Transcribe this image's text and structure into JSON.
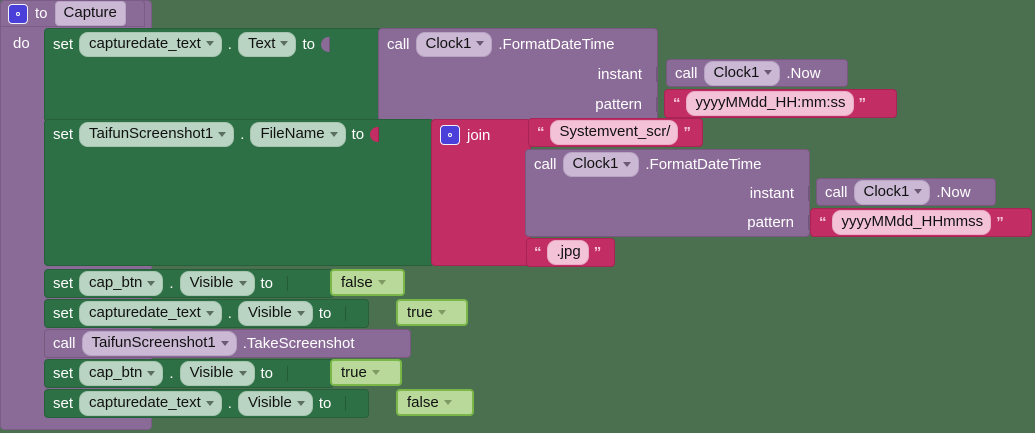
{
  "procedure": {
    "mutator_icon": "gear-icon",
    "to_label": "to",
    "name": "Capture",
    "do_label": "do"
  },
  "labels": {
    "set": "set",
    "call": "call",
    "to": "to",
    "dot": ".",
    "join": "join",
    "instant": "instant",
    "pattern": "pattern",
    "open_quote": "“",
    "close_quote": "”"
  },
  "blocks": {
    "set_capturedate_text": {
      "set": "set",
      "component": "capturedate_text",
      "property": "Text",
      "to": "to"
    },
    "format_datetime_1": {
      "call": "call",
      "component": "Clock1",
      "method": ".FormatDateTime",
      "instant_label": "instant",
      "pattern_label": "pattern",
      "instant_call": "call",
      "instant_component": "Clock1",
      "instant_method": ".Now",
      "pattern_value": "yyyyMMdd_HH:mm:ss"
    },
    "set_filename": {
      "set": "set",
      "component": "TaifunScreenshot1",
      "property": "FileName",
      "to": "to"
    },
    "join": {
      "mutator_icon": "gear-icon",
      "label": "join",
      "arg1_value": "Systemvent_scr/",
      "arg3_value": ".jpg"
    },
    "format_datetime_2": {
      "call": "call",
      "component": "Clock1",
      "method": ".FormatDateTime",
      "instant_label": "instant",
      "pattern_label": "pattern",
      "instant_call": "call",
      "instant_component": "Clock1",
      "instant_method": ".Now",
      "pattern_value": "yyyyMMdd_HHmmss"
    },
    "set_capbtn_visible_false": {
      "set": "set",
      "component": "cap_btn",
      "property": "Visible",
      "to": "to",
      "value": "false"
    },
    "set_capturedate_visible_true": {
      "set": "set",
      "component": "capturedate_text",
      "property": "Visible",
      "to": "to",
      "value": "true"
    },
    "call_takescreenshot": {
      "call": "call",
      "component": "TaifunScreenshot1",
      "method": ".TakeScreenshot"
    },
    "set_capbtn_visible_true": {
      "set": "set",
      "component": "cap_btn",
      "property": "Visible",
      "to": "to",
      "value": "true"
    },
    "set_capturedate_visible_false": {
      "set": "set",
      "component": "capturedate_text",
      "property": "Visible",
      "to": "to",
      "value": "false"
    }
  },
  "colors": {
    "background": "#4a7050",
    "control_purple": "#8a6a96",
    "setter_green": "#2e7045",
    "text_crimson": "#c22d63",
    "logic_lime": "#b8d99a",
    "mutator_blue": "#4a3fd8"
  }
}
